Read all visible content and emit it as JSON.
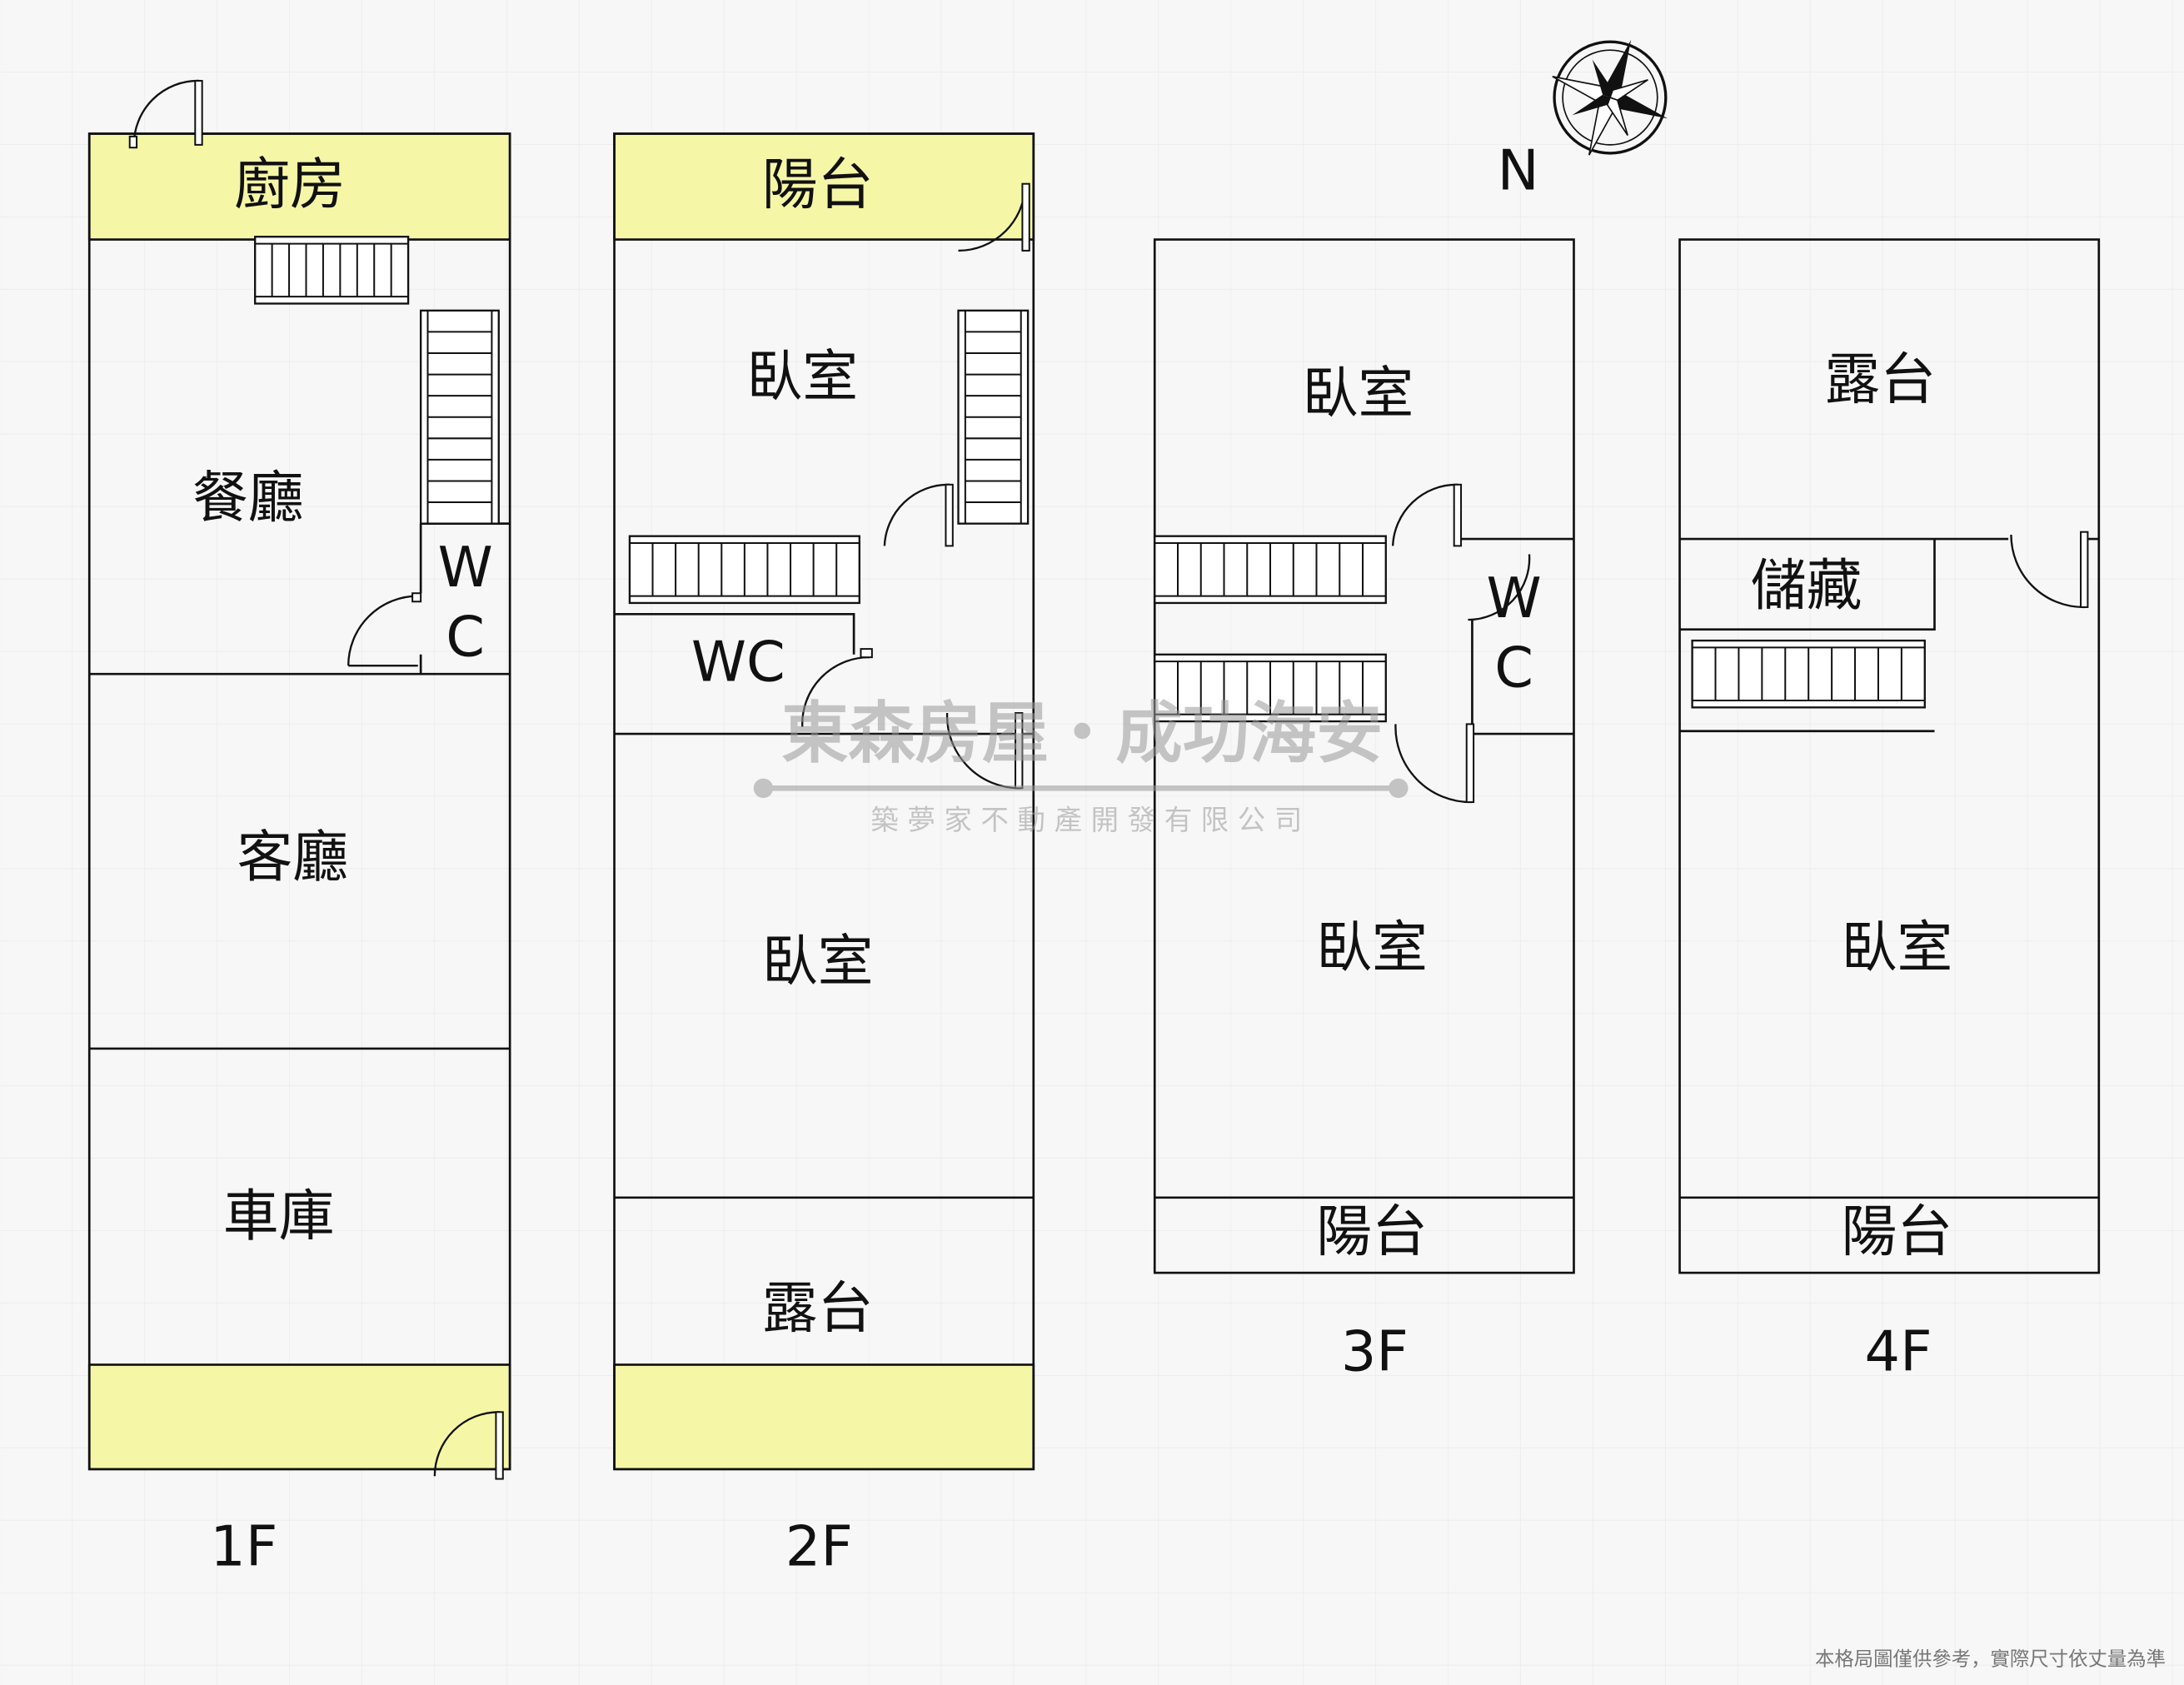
{
  "floors": [
    {
      "label": "1F",
      "rooms": [
        "廚房",
        "餐廳",
        "客廳",
        "車庫"
      ],
      "wc": [
        "W",
        "C"
      ]
    },
    {
      "label": "2F",
      "rooms": [
        "陽台",
        "臥室",
        "臥室",
        "露台"
      ],
      "wc": "WC"
    },
    {
      "label": "3F",
      "rooms": [
        "臥室",
        "臥室",
        "陽台"
      ],
      "wc": [
        "W",
        "C"
      ]
    },
    {
      "label": "4F",
      "rooms": [
        "露台",
        "儲藏",
        "臥室",
        "陽台"
      ]
    }
  ],
  "compass": {
    "north_label": "N"
  },
  "watermark": {
    "title": "東森房屋・成功海安",
    "subtitle": "築 夢 家 不 動 產 開 發 有 限 公 司"
  },
  "disclaimer": "本格局圖僅供參考，實際尺寸依丈量為準",
  "colors": {
    "outdoor_area": "#f6f7a6",
    "wall": "#111111",
    "background": "#f7f7f7"
  }
}
